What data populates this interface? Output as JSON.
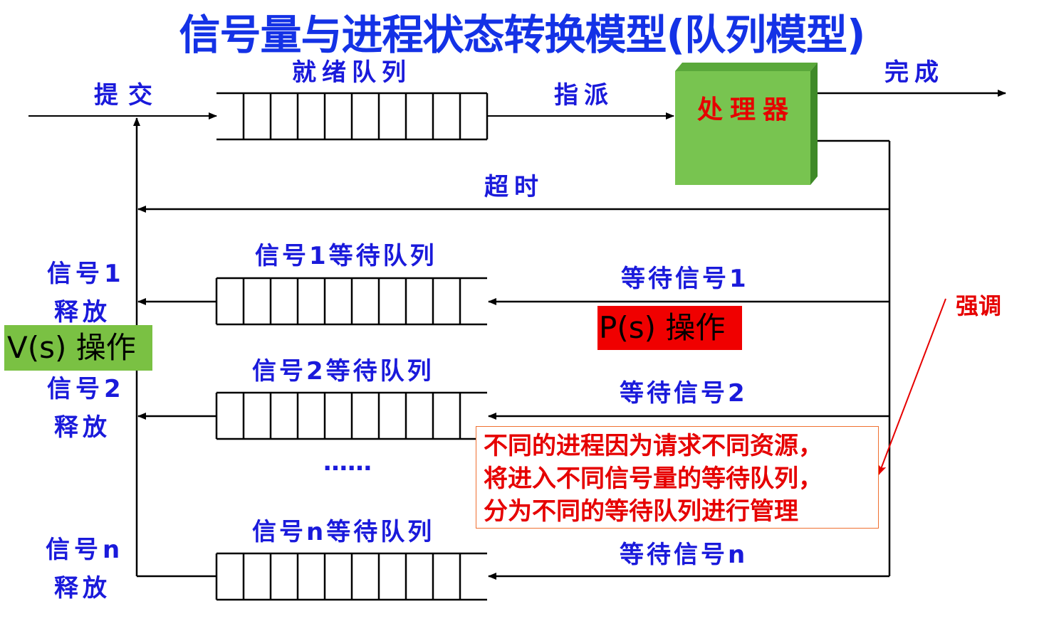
{
  "title": "信号量与进程状态转换模型(队列模型)",
  "labels": {
    "submit": "提交",
    "ready_queue": "就绪队列",
    "dispatch": "指派",
    "processor": "处理器",
    "done": "完成",
    "timeout": "超时",
    "sig1_queue": "信号1等待队列",
    "sig2_queue": "信号2等待队列",
    "sign_queue": "信号n等待队列",
    "wait_sig1": "等待信号1",
    "wait_sig2": "等待信号2",
    "wait_sign": "等待信号n",
    "release1_line1": "信号1",
    "release1_line2": "释放",
    "release2_line1": "信号2",
    "release2_line2": "释放",
    "releasen_line1": "信号n",
    "releasen_line2": "释放",
    "ellipsis": "……"
  },
  "v_op": "V(s) 操作",
  "p_op": "P(s) 操作",
  "emphasis": "强调",
  "note": [
    "不同的进程因为请求不同资源，",
    "将进入不同信号量的等待队列，",
    "分为不同的等待队列进行管理"
  ],
  "colors": {
    "title": "#1432e6",
    "labels": "#1a1adb",
    "processor_fill": "#78c450",
    "v_box": "#7ac143",
    "p_box": "#f00000",
    "note_text": "#e60000"
  }
}
